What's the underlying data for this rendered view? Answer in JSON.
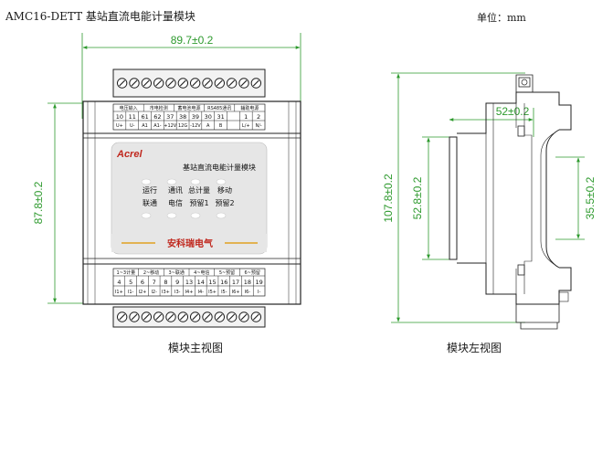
{
  "header": {
    "title": "AMC16-DETT 基站直流电能计量模块",
    "unit": "单位：mm"
  },
  "front_view": {
    "caption": "模块主视图",
    "dim_width": "89.7±0.2",
    "dim_height": "87.8±0.2",
    "top_header_labels": [
      "电压输入",
      "市电检测",
      "蓄电池电源",
      "RS485通讯",
      "辅助电源"
    ],
    "top_terminal_numbers": [
      "10",
      "11",
      "61",
      "62",
      "37",
      "38",
      "39",
      "30",
      "31",
      "",
      "1",
      "2"
    ],
    "top_signal_labels": [
      "U+",
      "U-",
      "A1",
      "A1-",
      "+12V",
      "12G",
      "-12V",
      "A",
      "B",
      "",
      "L/+",
      "N/-"
    ],
    "brand": "Acrel",
    "product_name": "基站直流电能计量模块",
    "indicators_row1": [
      "运行",
      "通讯",
      "总计量",
      "移动"
    ],
    "indicators_row2": [
      "联通",
      "电信",
      "预留1",
      "预留2"
    ],
    "company": "安科瑞电气",
    "bottom_header_labels": [
      "1~3计量",
      "2~移动",
      "3~联通",
      "4~电信",
      "5~预留",
      "6~预留"
    ],
    "bottom_terminal_numbers": [
      "4",
      "5",
      "6",
      "7",
      "8",
      "9",
      "13",
      "14",
      "15",
      "16",
      "17",
      "18",
      "19"
    ],
    "bottom_signal_labels": [
      "I1+",
      "I1-",
      "I2+",
      "I2-",
      "I3+",
      "I3-",
      "I4+",
      "I4-",
      "I5+",
      "I5-",
      "I6+",
      "I6-",
      "I-"
    ]
  },
  "side_view": {
    "caption": "模块左视图",
    "dim_depth": "52±0.2",
    "dim_total_height": "107.8±0.2",
    "dim_body_height": "52.8±0.2",
    "dim_rail": "35.5±0.2"
  },
  "colors": {
    "dimension": "#2e9a2e",
    "outline": "#222222",
    "brand_red": "#c0281e",
    "panel_bg": "#e6e6e6"
  }
}
